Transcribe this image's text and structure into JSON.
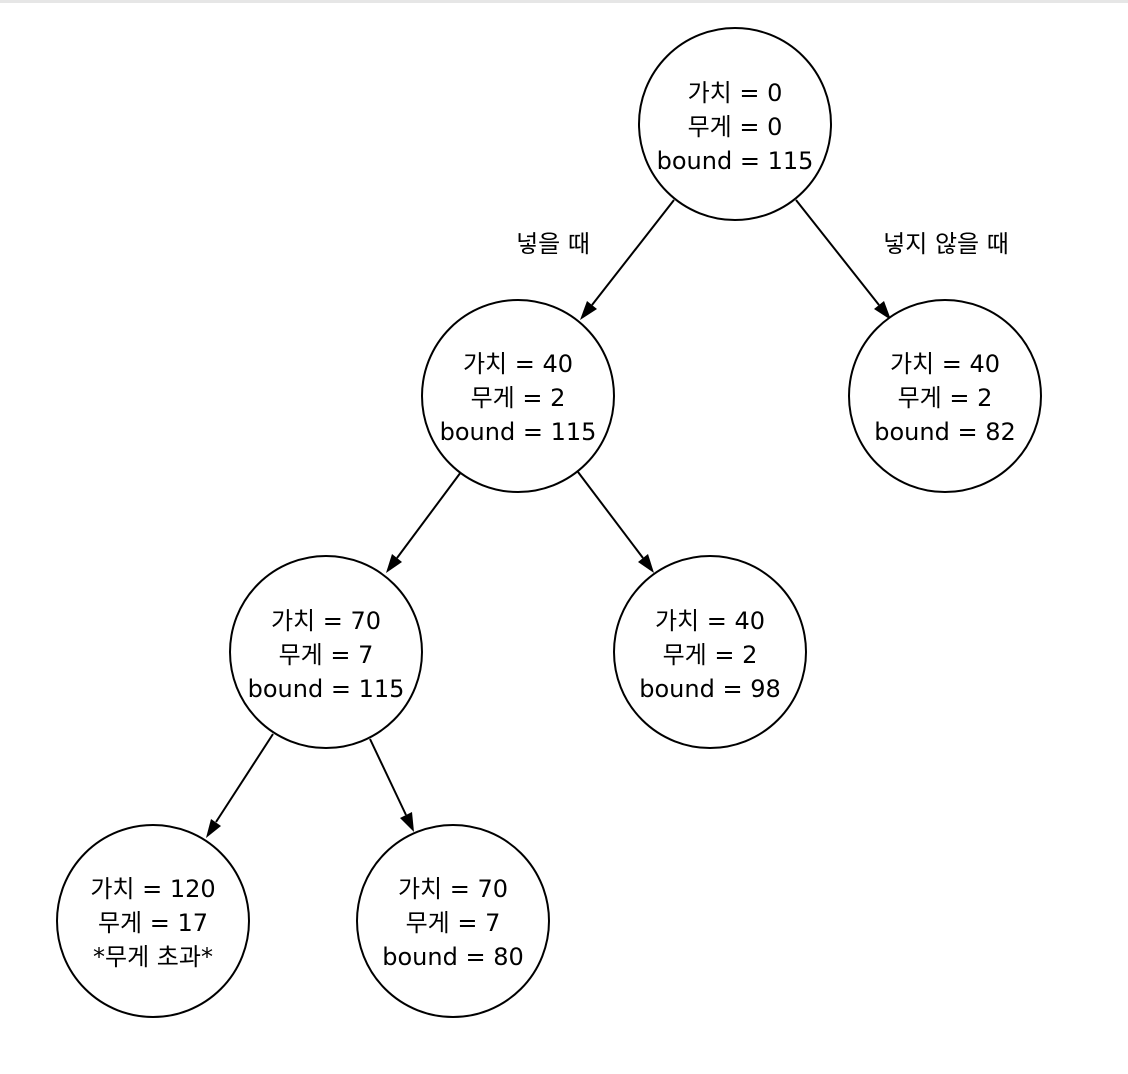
{
  "edge_labels": {
    "left": "넣을 때",
    "right": "넣지 않을 때"
  },
  "nodes": {
    "root": {
      "line1": "가치 = 0",
      "line2": "무게 = 0",
      "line3": "bound = 115"
    },
    "l1_include": {
      "line1": "가치 = 40",
      "line2": "무게 = 2",
      "line3": "bound = 115"
    },
    "l1_exclude": {
      "line1": "가치 = 40",
      "line2": "무게 = 2",
      "line3": "bound = 82"
    },
    "l2_include": {
      "line1": "가치 = 70",
      "line2": "무게 = 7",
      "line3": "bound = 115"
    },
    "l2_exclude": {
      "line1": "가치 = 40",
      "line2": "무게 = 2",
      "line3": "bound = 98"
    },
    "l3_include": {
      "line1": "가치 = 120",
      "line2": "무게 = 17",
      "line3": "*무게 초과*"
    },
    "l3_exclude": {
      "line1": "가치 = 70",
      "line2": "무게 = 7",
      "line3": "bound = 80"
    }
  },
  "colors": {
    "stroke": "#000000",
    "fill": "#ffffff",
    "background": "#ffffff"
  }
}
